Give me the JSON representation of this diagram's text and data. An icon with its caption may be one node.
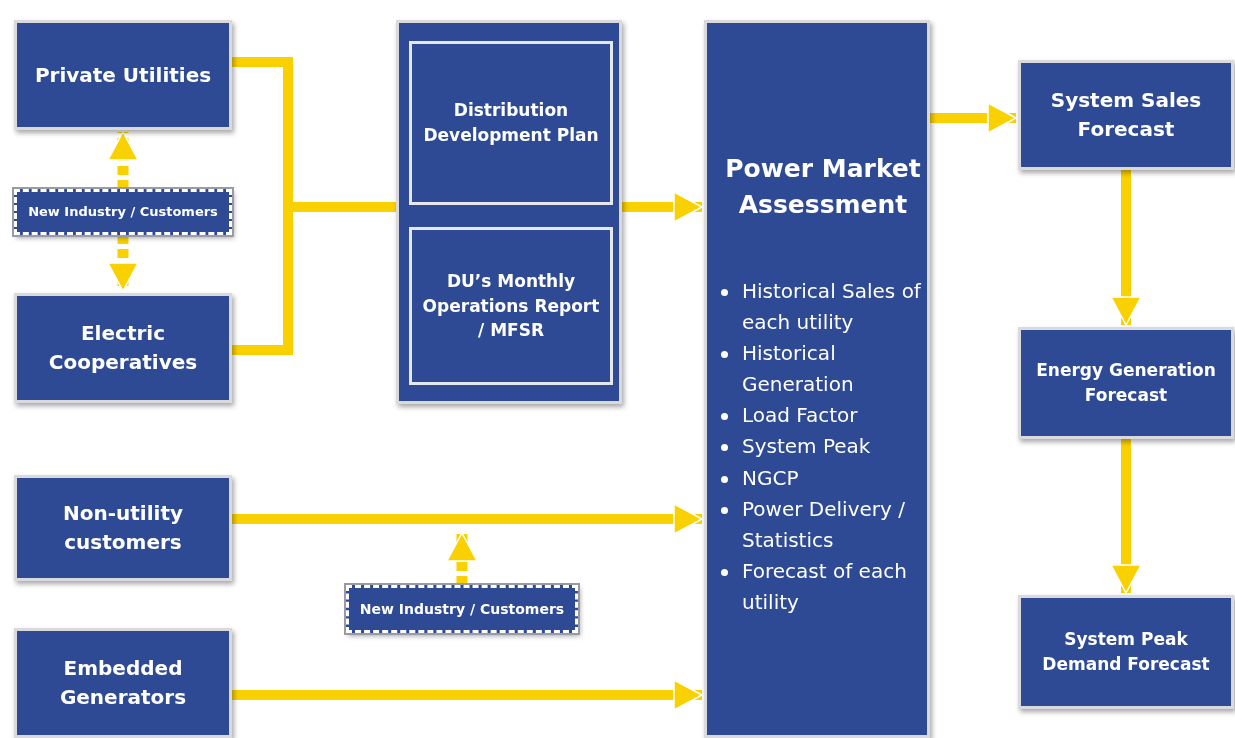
{
  "diagram": {
    "nodes": [
      {
        "text": [
          "Private Utilities"
        ]
      },
      {
        "text": [
          "New Industry / Customers"
        ]
      },
      {
        "text": [
          "Electric Cooperatives"
        ]
      },
      {
        "text": [],
        "shape": "box"
      },
      {
        "text": [
          "Distribution Development Plan"
        ],
        "in": 3
      },
      {
        "text": [
          "DU’s Monthly Operations Report / MFSR"
        ],
        "in": 3
      },
      {
        "text": [
          "Power Market Assessment",
          "Historical Sales of each utility",
          "Historical Generation",
          "Load Factor",
          "System Peak",
          "NGCP",
          "Power Delivery / Statistics",
          "Forecast of each utility"
        ]
      },
      {
        "text": [
          "Non-utility customers"
        ]
      },
      {
        "text": [
          "New Industry / Customers"
        ]
      },
      {
        "text": [
          "Embedded Generators"
        ]
      },
      {
        "text": [
          "System Sales Forecast"
        ]
      },
      {
        "text": [
          "Energy Generation Forecast"
        ]
      },
      {
        "text": [
          "System Peak Demand Forecast"
        ]
      }
    ],
    "edges": [
      {
        "from": 1,
        "to": 0,
        "arrow": "to",
        "style": "dashed"
      },
      {
        "from": 1,
        "to": 2,
        "arrow": "to",
        "style": "dashed"
      },
      {
        "from": 0,
        "to": 3,
        "arrow": "none"
      },
      {
        "from": 2,
        "to": 3,
        "arrow": "none"
      },
      {
        "from": 3,
        "to": 6,
        "arrow": "to"
      },
      {
        "from": 7,
        "to": 6,
        "arrow": "to"
      },
      {
        "from": 8,
        "to": null,
        "arrow": "to",
        "style": "dashed"
      },
      {
        "from": 9,
        "to": 6,
        "arrow": "to"
      },
      {
        "from": 6,
        "to": 10,
        "arrow": "to"
      },
      {
        "from": 10,
        "to": 11,
        "arrow": "to"
      },
      {
        "from": 11,
        "to": 12,
        "arrow": "to"
      }
    ]
  }
}
